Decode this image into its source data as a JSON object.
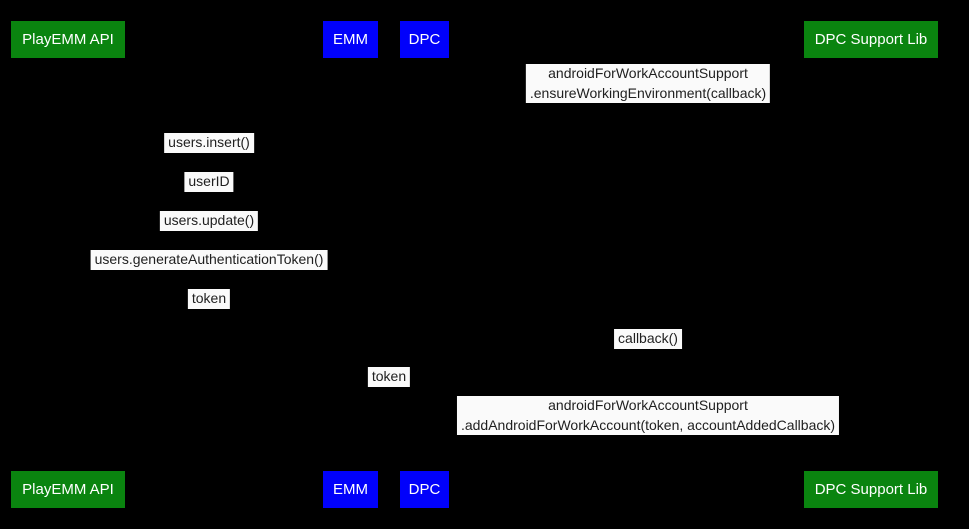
{
  "diagram": {
    "type": "sequence-diagram",
    "actors": {
      "playemm_api": "PlayEMM API",
      "emm": "EMM",
      "dpc": "DPC",
      "dpc_support_lib": "DPC Support Lib"
    },
    "messages": [
      {
        "line1": "androidForWorkAccountSupport",
        "line2": ".ensureWorkingEnvironment(callback)"
      },
      {
        "line1": "users.insert()"
      },
      {
        "line1": "userID"
      },
      {
        "line1": "users.update()"
      },
      {
        "line1": "users.generateAuthenticationToken()"
      },
      {
        "line1": "token"
      },
      {
        "line1": "callback()"
      },
      {
        "line1": "token"
      },
      {
        "line1": "androidForWorkAccountSupport",
        "line2": ".addAndroidForWorkAccount(token, accountAddedCallback)"
      }
    ],
    "colors": {
      "background": "#000000",
      "actor_green": "#0a840f",
      "actor_blue": "#0101fb",
      "actor_text": "#ffffff",
      "message_bg": "#fafafa",
      "message_text": "#1f1f1f"
    }
  }
}
